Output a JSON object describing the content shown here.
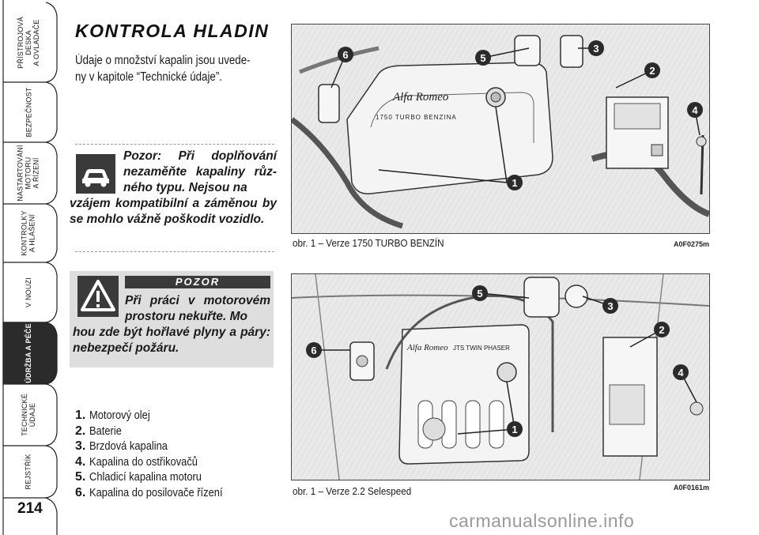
{
  "sidebar": {
    "tabs": [
      {
        "label": "PŘÍSTROJOVÁ\nDESKA\nA OVLADAČE",
        "active": false
      },
      {
        "label": "BEZPEČNOST",
        "active": false
      },
      {
        "label": "NASTARTOVÁNÍ\nMOTORU\nA ŘÍZENÍ",
        "active": false
      },
      {
        "label": "KONTROLKY\nA HLÁŠENÍ",
        "active": false
      },
      {
        "label": "V NOUZI",
        "active": false
      },
      {
        "label": "ÚDRŽBA A PÉČE",
        "active": true
      },
      {
        "label": "TECHNICKÉ\nÚDAJE",
        "active": false
      },
      {
        "label": "REJSTŘÍK",
        "active": false
      }
    ],
    "page_number": "214"
  },
  "content": {
    "title": "KONTROLA HLADIN",
    "intro": "Údaje o množství kapalin jsou uvede­ny v kapitole “Technické údaje”.",
    "note": {
      "text_first": "Pozor: Při doplňování nezaměňte kapaliny růz­ného typu. Nejsou na­",
      "text_rest": "vzájem kompatibilní a záměnou by se mohlo vážně poškodit vozidlo."
    },
    "warning": {
      "banner": "POZOR",
      "text_first": "Při práci v motorovém prostoru nekuřte. Mo­",
      "text_rest": "hou zde být hořlavé plyny a páry: nebezpečí požáru."
    },
    "legend": [
      {
        "num": "1.",
        "text": "Motorový olej"
      },
      {
        "num": "2.",
        "text": "Baterie"
      },
      {
        "num": "3.",
        "text": "Brzdová kapalina"
      },
      {
        "num": "4.",
        "text": "Kapalina do ostřikovačů"
      },
      {
        "num": "5.",
        "text": "Chladicí kapalina motoru"
      },
      {
        "num": "6.",
        "text": "Kapalina do posilovače řízení"
      }
    ]
  },
  "figures": [
    {
      "caption": "obr. 1 – Verze 1750 TURBO BENZÍN",
      "code": "A0F0275m",
      "engine_brand": "Alfa Romeo",
      "engine_label": "1750 TURBO BENZINA",
      "callouts": [
        "1",
        "2",
        "3",
        "4",
        "5",
        "6"
      ]
    },
    {
      "caption": "obr. 1 – Verze 2.2 Selespeed",
      "code": "A0F0161m",
      "engine_brand": "Alfa Romeo",
      "engine_label": "JTS TWIN PHASER",
      "callouts": [
        "1",
        "2",
        "3",
        "4",
        "5",
        "6"
      ]
    }
  ],
  "watermark": "carmanualsonline.info",
  "colors": {
    "active_tab": "#2b2b2b",
    "warning_bg": "#dedede",
    "callout": "#2b2b2b"
  }
}
